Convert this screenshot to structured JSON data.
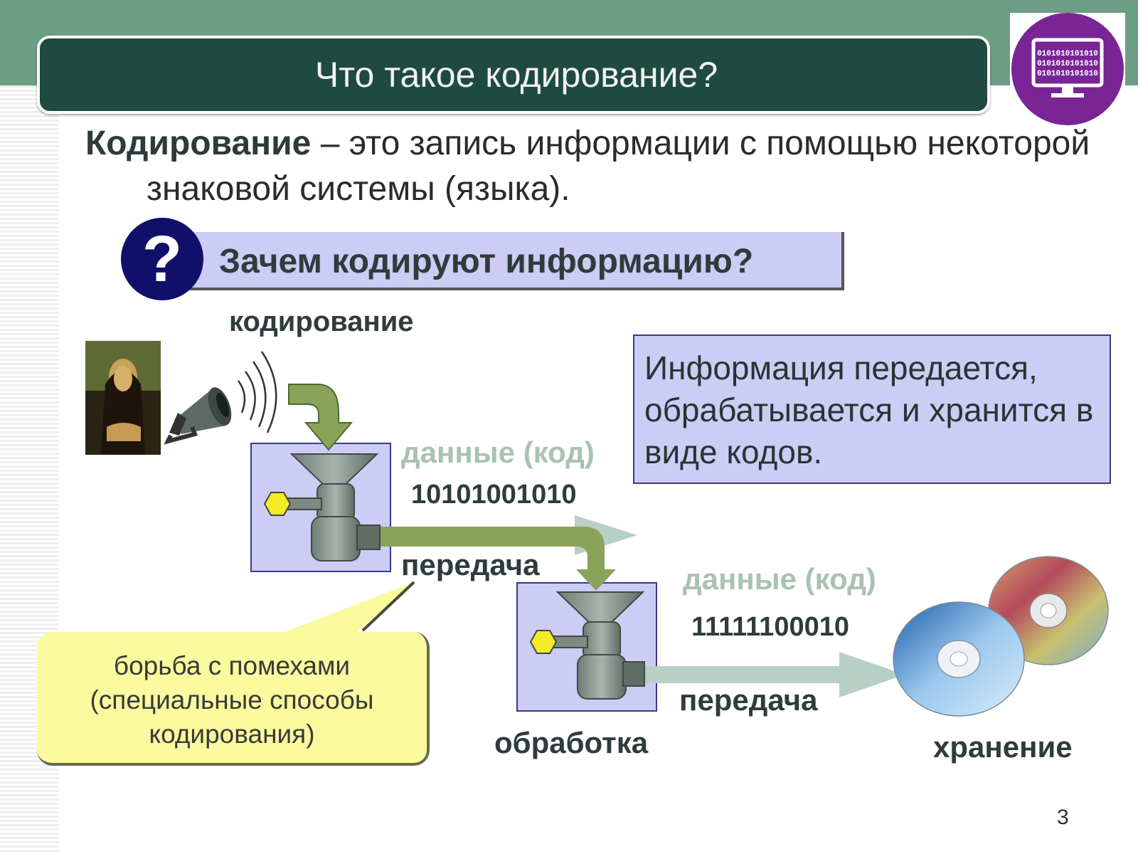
{
  "slide": {
    "title": "Что такое кодирование?",
    "definition": {
      "term": "Кодирование",
      "text": " – это запись информации с помощью некоторой знаковой системы (языка)."
    },
    "question": "Зачем кодируют информацию?",
    "question_mark": "?",
    "diagram": {
      "encoding_label": "кодирование",
      "data_label_1": "данные (код)",
      "code_1": "10101001010",
      "transfer_label_1": "передача",
      "data_label_2": "данные (код)",
      "code_2": "11111100010",
      "transfer_label_2": "передача",
      "processing_label": "обработка",
      "storage_label": "хранение"
    },
    "info_box": "Информация передается, обрабатывается и хранится в виде кодов.",
    "callout": {
      "line1": "борьба с помехами",
      "line2": "(специальные способы",
      "line3": "кодирования)"
    },
    "logo_binary": [
      "0101010101010",
      "0101010101010",
      "0101010101010"
    ],
    "page_number": "3",
    "colors": {
      "top_band": "#6b9e84",
      "title_bar": "#1e4a3f",
      "logo_circle": "#7a2596",
      "question_circle": "#10106b",
      "lavender": "#ccccf4",
      "callout_yellow": "#fafa9e",
      "arrow_green": "#8aa35a"
    },
    "icons": [
      "computer-monitor-icon",
      "question-mark-icon",
      "mona-lisa-image",
      "megaphone-icon",
      "meat-grinder-icon",
      "disc-icon"
    ]
  }
}
